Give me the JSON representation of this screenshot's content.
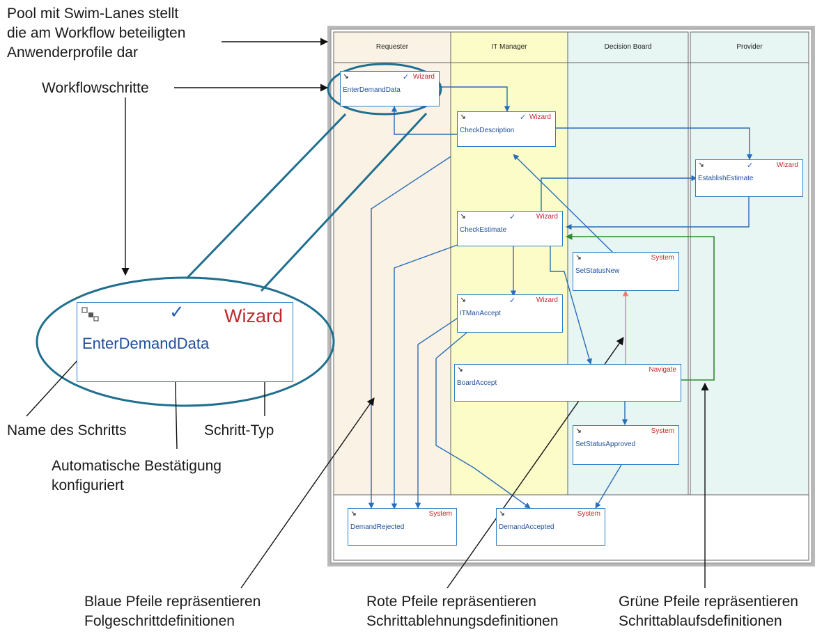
{
  "annotations": {
    "pool_line1": "Pool mit Swim-Lanes stellt",
    "pool_line2": "die am Workflow beteiligten",
    "pool_line3": "Anwenderprofile dar",
    "workflow_steps": "Workflowschritte",
    "step_name": "Name des Schritts",
    "step_type": "Schritt-Typ",
    "auto_confirm_line1": "Automatische Bestätigung",
    "auto_confirm_line2": "konfiguriert",
    "blue_line1": "Blaue Pfeile repräsentieren",
    "blue_line2": "Folgeschrittdefinitionen",
    "red_line1": "Rote Pfeile repräsentieren",
    "red_line2": "Schrittablehnungsdefinitionen",
    "green_line1": "Grüne Pfeile repräsentieren",
    "green_line2": "Schrittablaufsdefinitionen"
  },
  "lanes": {
    "requester": "Requester",
    "it_manager": "IT Manager",
    "decision_board": "Decision Board",
    "provider": "Provider"
  },
  "steps": {
    "enter_demand_data": {
      "name": "EnterDemandData",
      "type": "Wizard",
      "check": "✓"
    },
    "check_description": {
      "name": "CheckDescription",
      "type": "Wizard",
      "check": "✓"
    },
    "establish_estimate": {
      "name": "EstablishEstimate",
      "type": "Wizard",
      "check": "✓"
    },
    "check_estimate": {
      "name": "CheckEstimate",
      "type": "Wizard",
      "check": "✓"
    },
    "set_status_new": {
      "name": "SetStatusNew",
      "type": "System"
    },
    "it_man_accept": {
      "name": "ITManAccept",
      "type": "Wizard",
      "check": "✓"
    },
    "board_accept": {
      "name": "BoardAccept",
      "type": "Navigate"
    },
    "set_status_approved": {
      "name": "SetStatusApproved",
      "type": "System"
    },
    "demand_rejected": {
      "name": "DemandRejected",
      "type": "System"
    },
    "demand_accepted": {
      "name": "DemandAccepted",
      "type": "System"
    }
  },
  "zoom_step": {
    "name": "EnterDemandData",
    "type": "Wizard",
    "check": "✓"
  },
  "colors": {
    "lane_requester": "#fbf2e6",
    "lane_it_manager": "#fcfcc8",
    "lane_decision_board": "#e7f5f3",
    "lane_provider": "#e7f5f3",
    "step_border": "#2a7fc6",
    "blue_arrow": "#2a6db5",
    "red_arrow": "#f07a6a",
    "green_arrow": "#2e8b2e",
    "ellipse": "#1f6f8f",
    "type_text": "#c0282d"
  }
}
